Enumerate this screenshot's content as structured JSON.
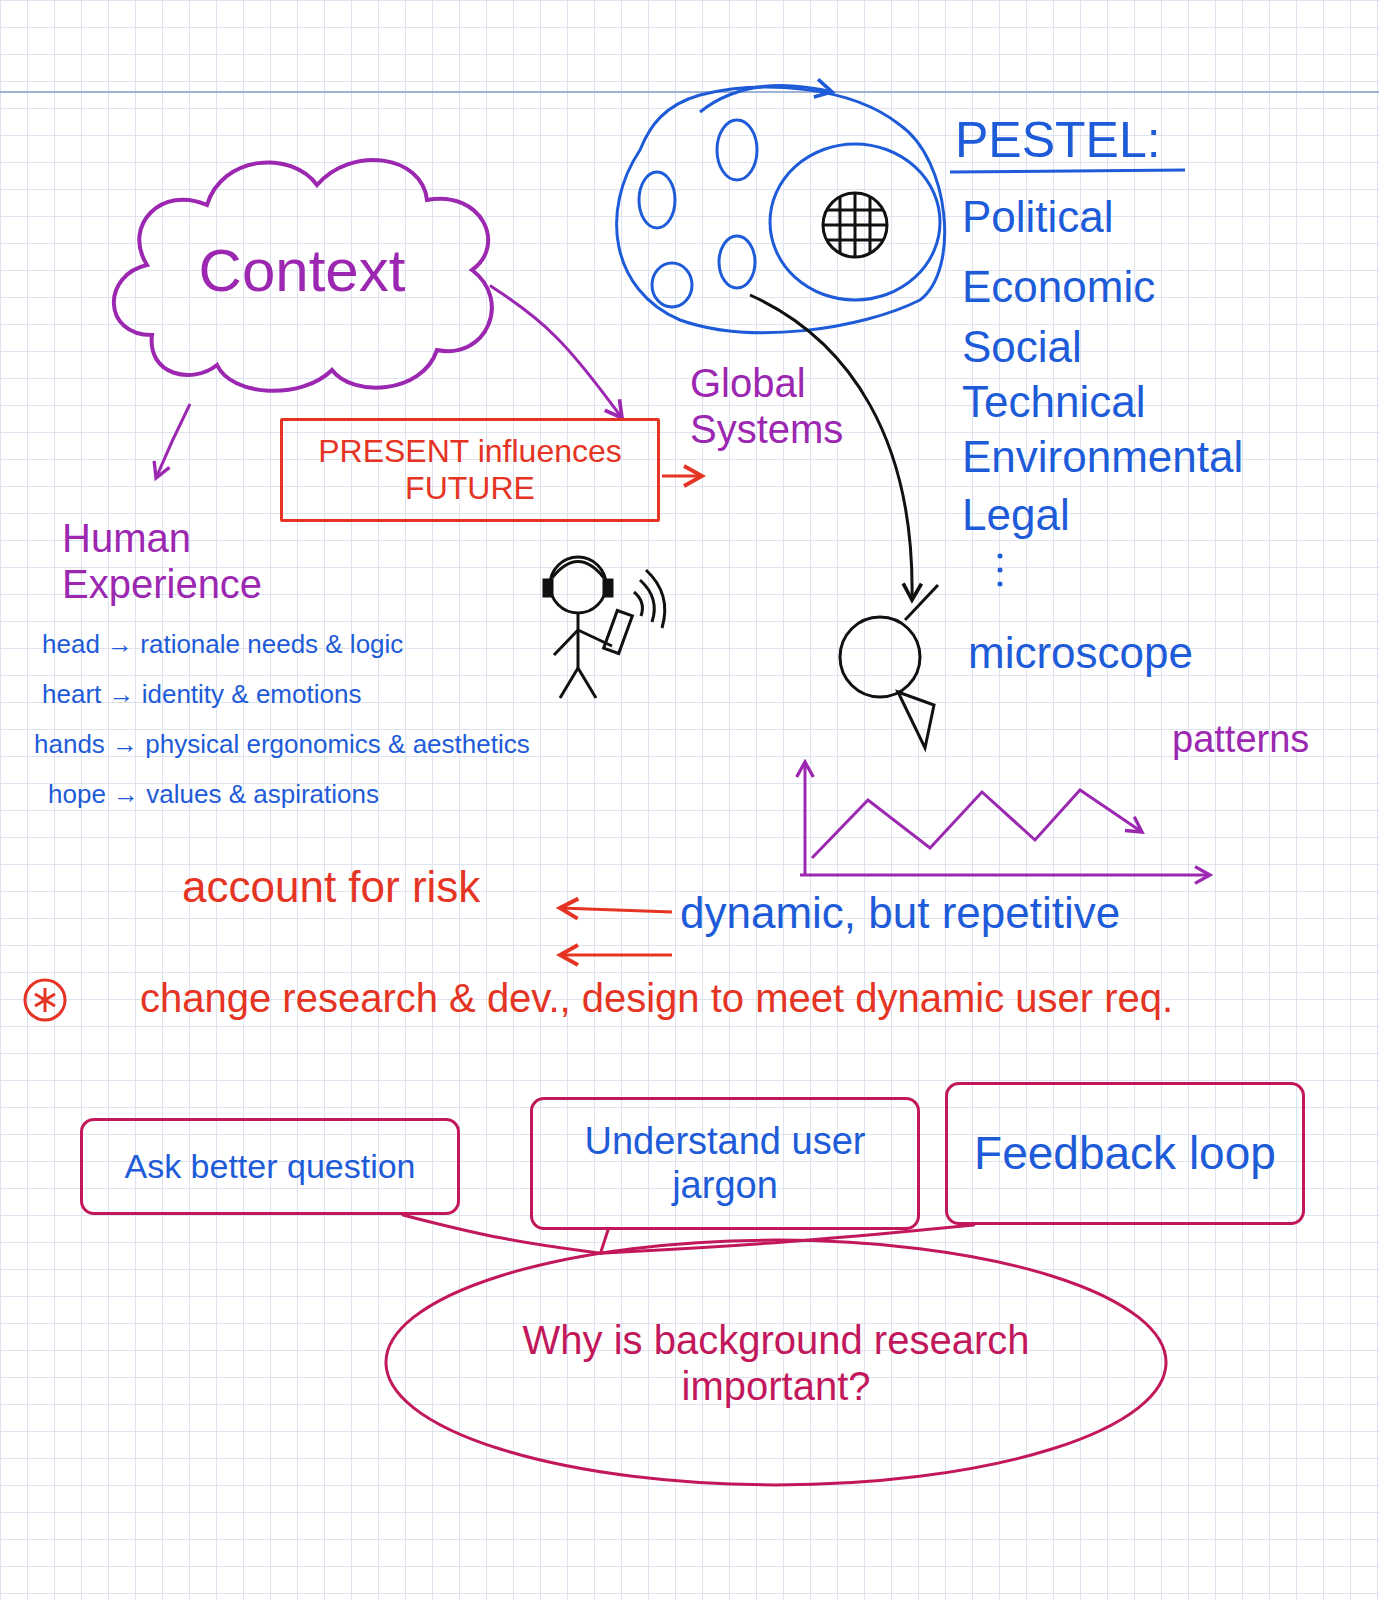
{
  "diagram": {
    "nodes": [
      {
        "text": [
          "Context"
        ]
      },
      {
        "text": [
          "PRESENT influences FUTURE"
        ]
      },
      {
        "text": [
          "Ask better question"
        ]
      },
      {
        "text": [
          "Understand user jargon"
        ]
      },
      {
        "text": [
          "Feedback loop"
        ]
      },
      {
        "text": [
          "Why is background research important?"
        ]
      }
    ],
    "edges": [
      {
        "from": 0,
        "to": 1,
        "arrow": "to"
      },
      {
        "from": 2,
        "to": 5,
        "arrow": "none"
      },
      {
        "from": 3,
        "to": 5,
        "arrow": "none"
      },
      {
        "from": 4,
        "to": 5,
        "arrow": "none"
      }
    ],
    "labels": [
      "Human Experience",
      "head → rationale needs & logic",
      "heart → identity & emotions",
      "hands → physical ergonomics & aesthetics",
      "hope → values & aspirations",
      "Global Systems",
      "PESTEL:",
      "Political",
      "Economic",
      "Social",
      "Technical",
      "Environmental",
      "Legal",
      "microscope",
      "patterns",
      "dynamic, but repetitive",
      "account for risk",
      "change research & dev., design to meet dynamic user req."
    ]
  }
}
